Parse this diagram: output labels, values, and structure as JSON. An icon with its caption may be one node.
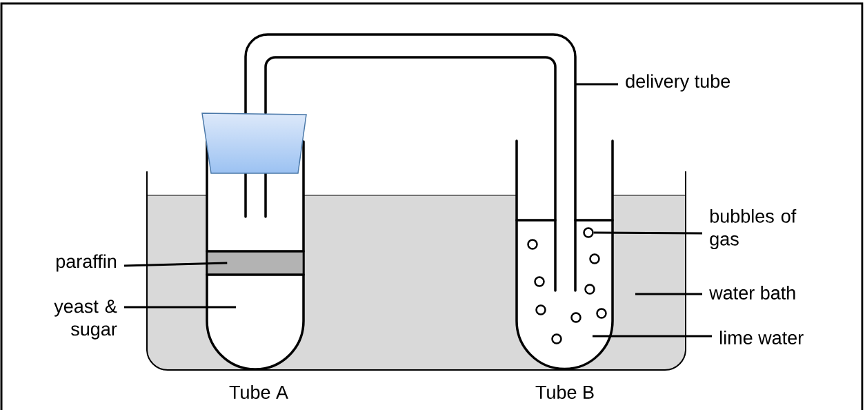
{
  "diagram": {
    "nodes": [
      {
        "text": [
          "paraffin"
        ]
      },
      {
        "text": [
          "yeast & sugar"
        ]
      },
      {
        "text": [
          "delivery tube"
        ]
      },
      {
        "text": [
          "bubbles of gas"
        ]
      },
      {
        "text": [
          "water bath"
        ]
      },
      {
        "text": [
          "lime water"
        ]
      },
      {
        "text": [],
        "shape": "box"
      },
      {
        "text": [],
        "shape": "circle"
      }
    ],
    "edges": [
      {
        "from": 0,
        "to": 6,
        "arrow": "none"
      },
      {
        "from": 1,
        "to": null,
        "arrow": "none"
      },
      {
        "from": 2,
        "to": null,
        "arrow": "none"
      },
      {
        "from": 3,
        "to": 7,
        "arrow": "none"
      },
      {
        "from": 4,
        "to": null,
        "arrow": "none"
      },
      {
        "from": 5,
        "to": null,
        "arrow": "none"
      }
    ],
    "labels": [
      "Tube A",
      "Tube B"
    ]
  }
}
